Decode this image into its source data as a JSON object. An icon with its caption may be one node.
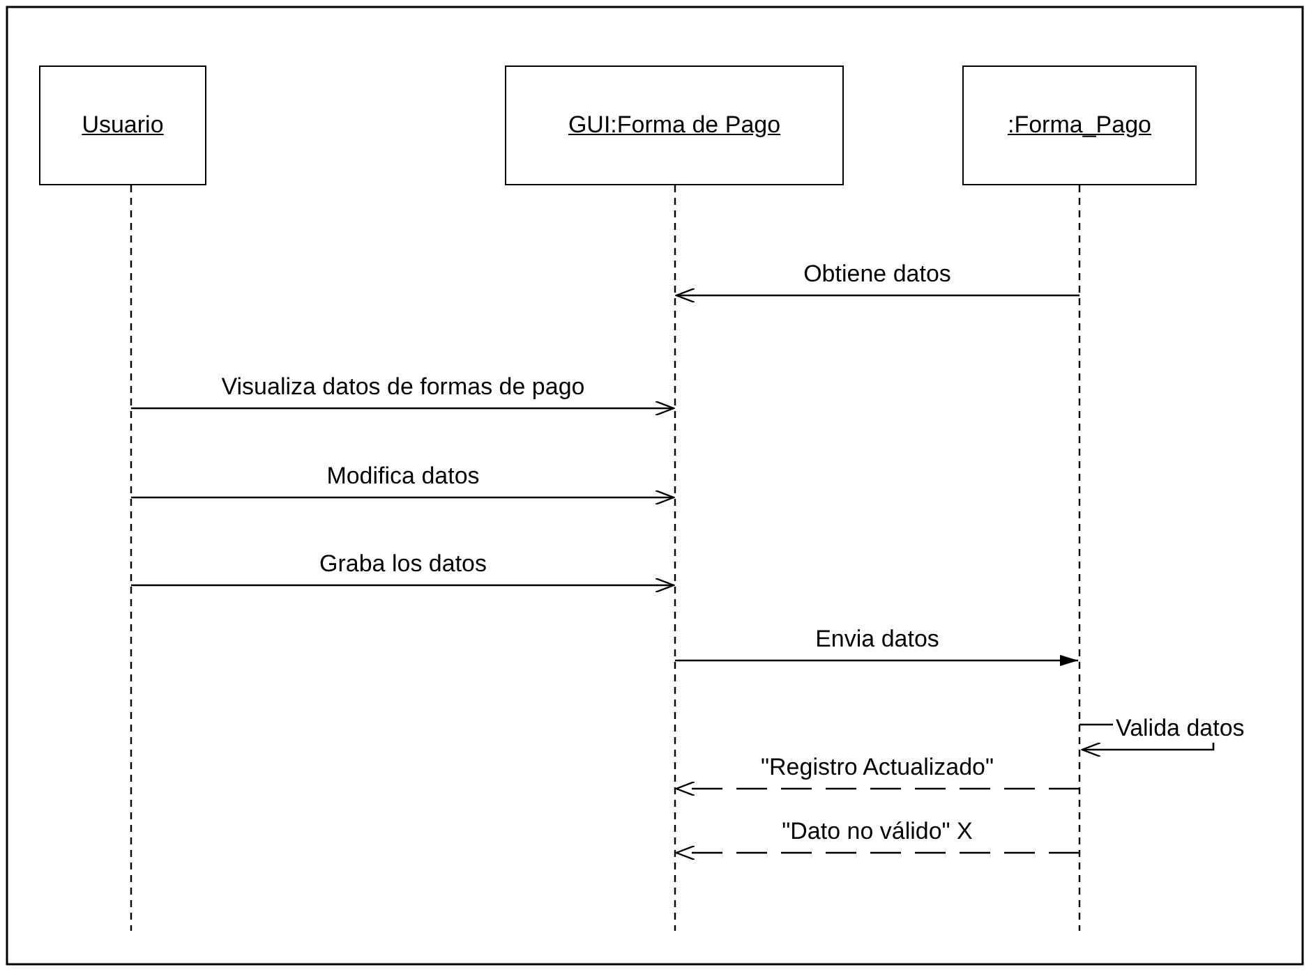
{
  "diagram": {
    "nodes": [
      {
        "text": [
          "Usuario"
        ]
      },
      {
        "text": [
          "GUI:Forma de Pago"
        ]
      },
      {
        "text": [
          ":Forma_Pago"
        ]
      }
    ],
    "edges": [
      {
        "from": 2,
        "to": 1,
        "arrow": "to",
        "label": "Obtiene datos"
      },
      {
        "from": 0,
        "to": 1,
        "arrow": "to",
        "label": "Visualiza datos de formas de pago"
      },
      {
        "from": 0,
        "to": 1,
        "arrow": "to",
        "label": "Modifica datos"
      },
      {
        "from": 0,
        "to": 1,
        "arrow": "to",
        "label": "Graba los datos"
      },
      {
        "from": 1,
        "to": 2,
        "arrow": "to",
        "label": "Envia datos"
      },
      {
        "from": 2,
        "to": 2,
        "arrow": "to",
        "label": "Valida datos"
      },
      {
        "from": 2,
        "to": 1,
        "arrow": "to",
        "label": "\"Registro Actualizado\"",
        "style": "dashed"
      },
      {
        "from": 2,
        "to": 1,
        "arrow": "to",
        "label": "\"Dato no válido\" X",
        "style": "dashed"
      }
    ]
  }
}
